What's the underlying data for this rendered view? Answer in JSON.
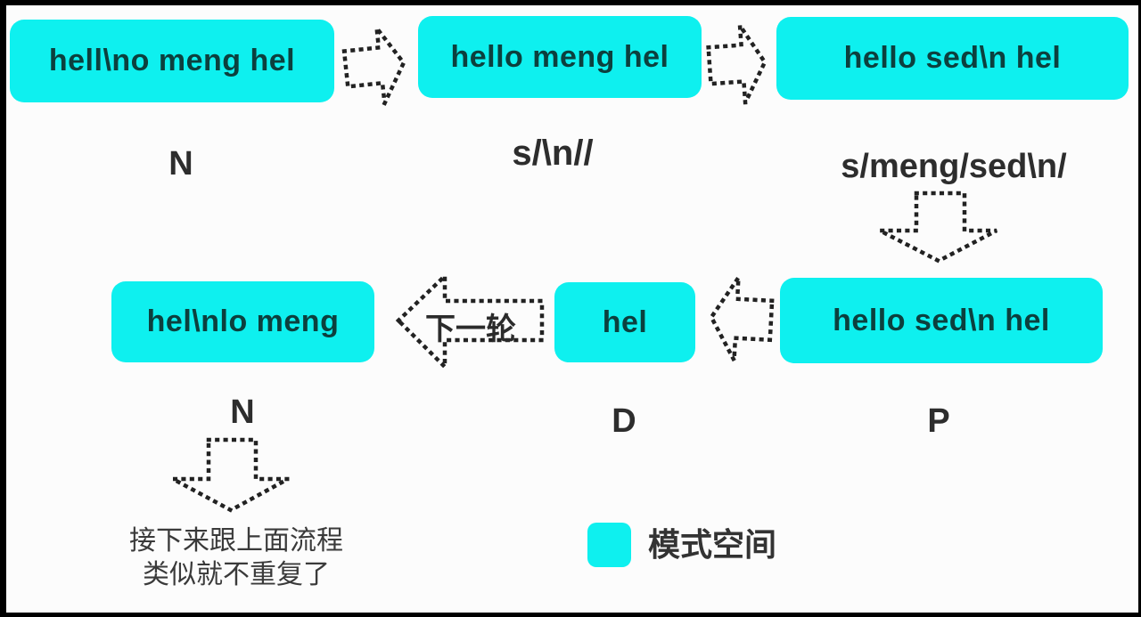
{
  "colors": {
    "box_fill": "#0ef0ef",
    "box_text": "#0c403e",
    "label_text": "#2d2d2d",
    "arrow": "#222222",
    "background": "#fcfcfc",
    "frame": "#000000"
  },
  "row1": {
    "box1": {
      "text": "hell\\no meng hel",
      "label": "N"
    },
    "box2": {
      "text": "hello meng hel",
      "label": "s/\\n//"
    },
    "box3": {
      "text": "hello sed\\n hel",
      "label": "s/meng/sed\\n/"
    }
  },
  "row2": {
    "box4": {
      "text": "hel\\nlo meng",
      "label": "N"
    },
    "box5": {
      "text": "hel",
      "label": "D"
    },
    "box6": {
      "text": "hello sed\\n hel",
      "label": "P"
    },
    "next_round_label": "下一轮"
  },
  "footer": {
    "note_line1": "接下来跟上面流程",
    "note_line2": "类似就不重复了"
  },
  "legend": {
    "label": "模式空间",
    "swatch_color": "#0ef0ef"
  }
}
